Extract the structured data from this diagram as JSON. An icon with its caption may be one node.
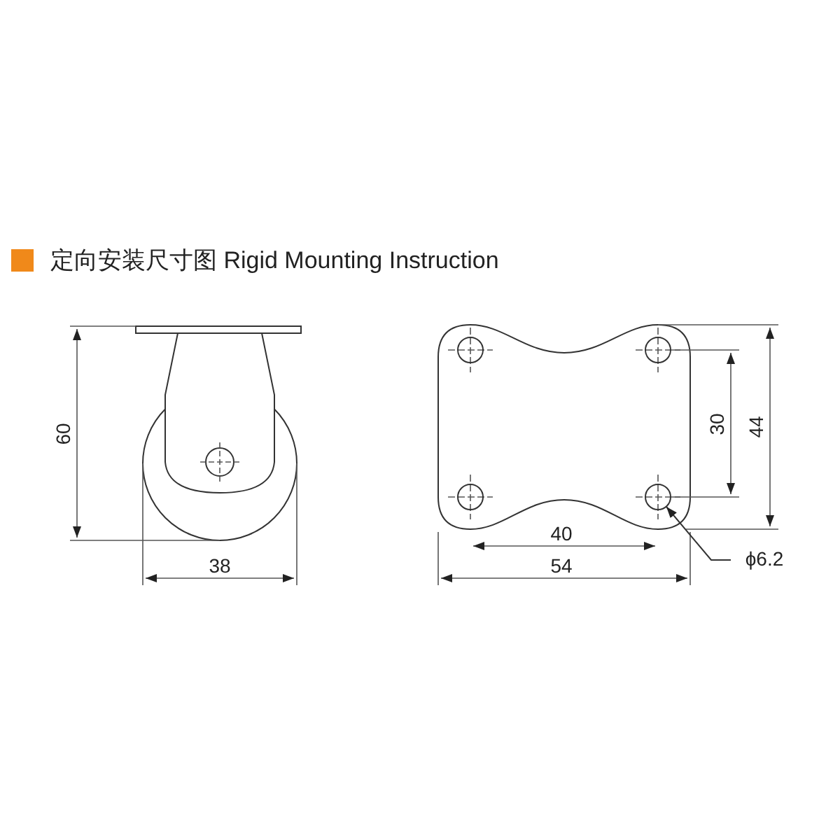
{
  "diagram": {
    "title": "定向安装尺寸图 Rigid Mounting Instruction",
    "nodes": [
      {
        "text": [
          "ϕ6.2"
        ]
      },
      {
        "text": [],
        "shape": "circle"
      }
    ],
    "edges": [
      {
        "from": 0,
        "to": 1,
        "arrow": "to"
      }
    ],
    "labels": [
      "60",
      "38",
      "30",
      "44",
      "40",
      "54"
    ]
  }
}
